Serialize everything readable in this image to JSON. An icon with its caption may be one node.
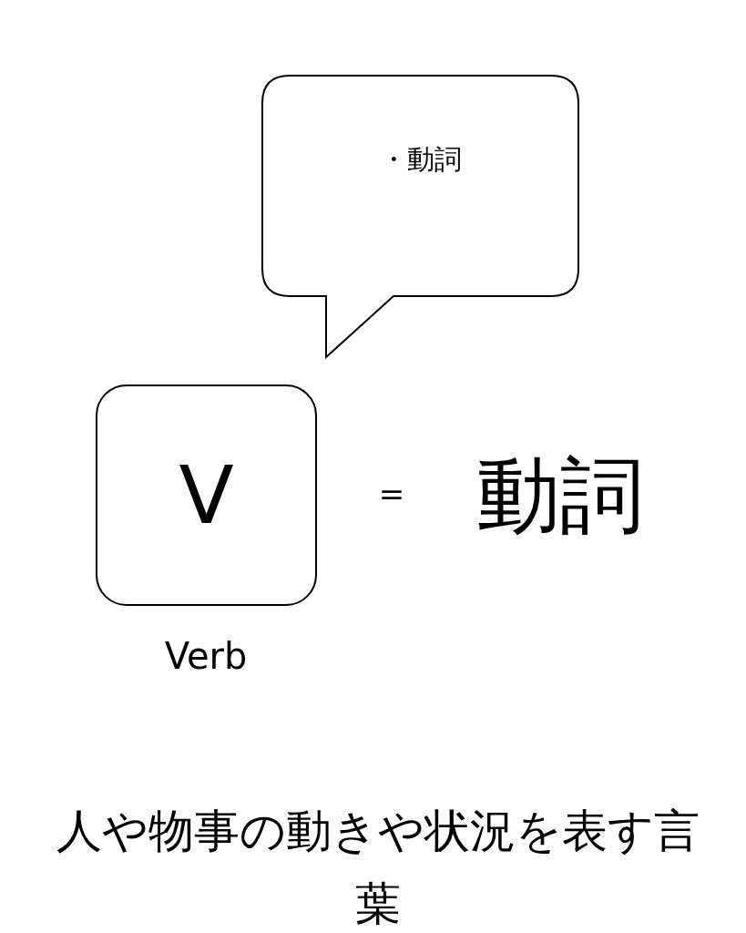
{
  "diagram": {
    "nodes": [
      {
        "text": [
          "・動詞"
        ]
      },
      {
        "text": [
          "V"
        ],
        "beside": [
          "Verb"
        ]
      }
    ],
    "labels": [
      "=",
      "動詞",
      "人や物事の動きや状況を表す言葉"
    ]
  }
}
